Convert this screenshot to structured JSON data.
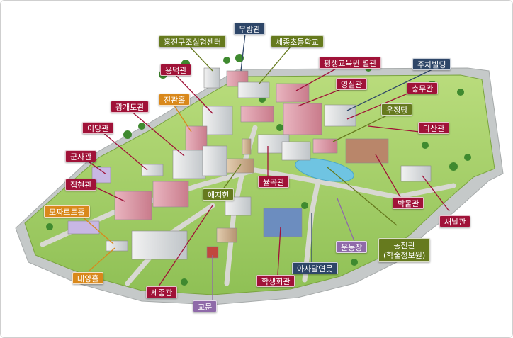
{
  "colors": {
    "crimson": "#a01238",
    "navy": "#2e4668",
    "olive": "#667a1e",
    "orange": "#d9881b",
    "purple": "#8f6aa9",
    "lawn": "#9fcd63",
    "road": "#b9bdbd",
    "water": "#6fc4e2"
  },
  "labels": [
    {
      "id": "mubang",
      "text": "무방관",
      "color": "navy"
    },
    {
      "id": "hongjin",
      "text": "홍진구조실험센터",
      "color": "olive"
    },
    {
      "id": "sejong-elementary",
      "text": "세종초등학교",
      "color": "olive"
    },
    {
      "id": "lifelong-annex",
      "text": "평생교육원 별관",
      "color": "crimson"
    },
    {
      "id": "parking-building",
      "text": "주차빌딩",
      "color": "navy"
    },
    {
      "id": "yongdeok",
      "text": "용덕관",
      "color": "crimson"
    },
    {
      "id": "yeongsil",
      "text": "영실관",
      "color": "crimson"
    },
    {
      "id": "chungmu",
      "text": "충무관",
      "color": "crimson"
    },
    {
      "id": "jingwan-hall",
      "text": "진관홀",
      "color": "orange"
    },
    {
      "id": "gwanggaeto",
      "text": "광개토관",
      "color": "crimson"
    },
    {
      "id": "ujeongdang",
      "text": "우정당",
      "color": "olive"
    },
    {
      "id": "dasan",
      "text": "다산관",
      "color": "crimson"
    },
    {
      "id": "idang",
      "text": "이당관",
      "color": "crimson"
    },
    {
      "id": "gunja",
      "text": "군자관",
      "color": "crimson"
    },
    {
      "id": "yulgok",
      "text": "율곡관",
      "color": "crimson"
    },
    {
      "id": "aejiheon",
      "text": "애지헌",
      "color": "olive"
    },
    {
      "id": "jiphyeon",
      "text": "집현관",
      "color": "crimson"
    },
    {
      "id": "mozart-hall",
      "text": "모짜르트홀",
      "color": "orange"
    },
    {
      "id": "museum",
      "text": "박물관",
      "color": "crimson"
    },
    {
      "id": "saenal",
      "text": "새날관",
      "color": "crimson"
    },
    {
      "id": "dongcheon",
      "text": "동천관\n(학술정보원)",
      "color": "olive"
    },
    {
      "id": "stadium",
      "text": "운동장",
      "color": "purple"
    },
    {
      "id": "asadal-pond",
      "text": "아사달연못",
      "color": "navy"
    },
    {
      "id": "student-hall",
      "text": "학생회관",
      "color": "crimson"
    },
    {
      "id": "daeyang-hall",
      "text": "대양홀",
      "color": "orange"
    },
    {
      "id": "sejong-hall",
      "text": "세종관",
      "color": "crimson"
    },
    {
      "id": "main-gate",
      "text": "교문",
      "color": "purple"
    }
  ]
}
